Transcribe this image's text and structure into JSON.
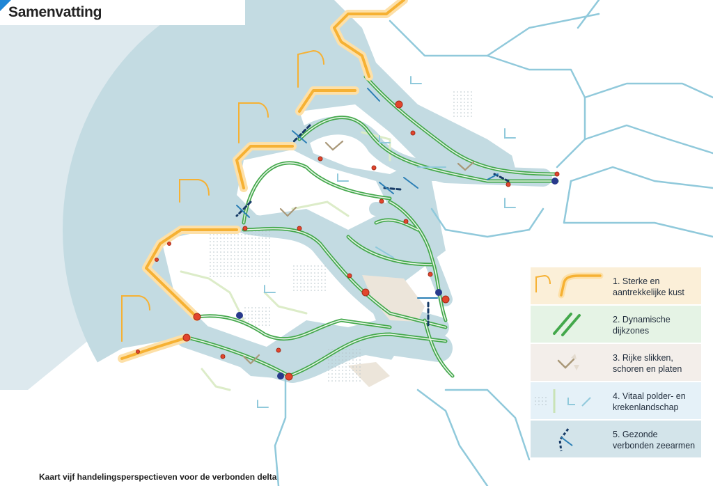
{
  "header": {
    "title": "Samenvatting"
  },
  "caption": "Kaart vijf handelingsperspectieven voor de verbonden delta",
  "colors": {
    "sea": "#c3dbe2",
    "sea_light": "#dde9ee",
    "estuary": "#cde1e6",
    "coast": "#f6b133",
    "coast_glow": "#fde0a8",
    "dike": "#43a84b",
    "river_blue": "#90c9db",
    "node_red": "#e2452d",
    "node_navy": "#283a8c",
    "connection": "#163a66",
    "sand": "#ece5da"
  },
  "legend": [
    {
      "id": "kust",
      "label_lines": [
        "1. Sterke en",
        "aantrekkelijke kust"
      ],
      "bg": "#fbefd8",
      "icon": "coast-arc-icon"
    },
    {
      "id": "dijk",
      "label_lines": [
        "2. Dynamische",
        "dijkzones"
      ],
      "bg": "#e5f3e5",
      "icon": "double-dike-icon"
    },
    {
      "id": "slikken",
      "label_lines": [
        "3. Rijke slikken,",
        "schoren en platen"
      ],
      "bg": "#f3eeea",
      "icon": "mudflat-arrow-icon"
    },
    {
      "id": "polder",
      "label_lines": [
        "4. Vitaal polder- en",
        "krekenlandschap"
      ],
      "bg": "#e5f1f8",
      "icon": "polder-arrow-icon"
    },
    {
      "id": "zeearmen",
      "label_lines": [
        "5. Gezonde",
        "verbonden zeearmen"
      ],
      "bg": "#d3e4ea",
      "icon": "connection-arrow-icon"
    }
  ]
}
